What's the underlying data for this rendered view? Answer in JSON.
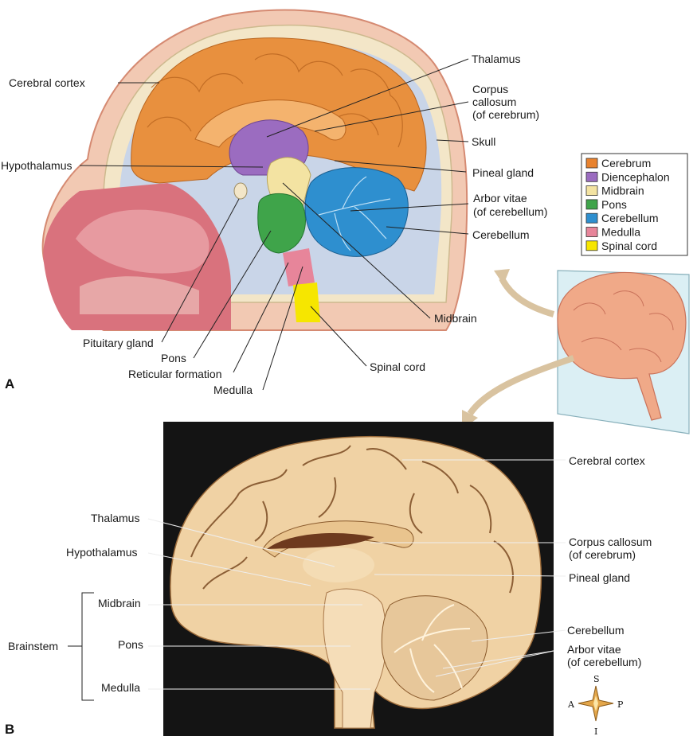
{
  "panelA": {
    "tag": "A",
    "labels": {
      "cerebral_cortex": "Cerebral cortex",
      "hypothalamus": "Hypothalamus",
      "pituitary_gland": "Pituitary gland",
      "pons": "Pons",
      "reticular_formation": "Reticular formation",
      "medulla": "Medulla",
      "thalamus": "Thalamus",
      "corpus_callosum": [
        "Corpus",
        "callosum",
        "(of cerebrum)"
      ],
      "skull": "Skull",
      "pineal_gland": "Pineal gland",
      "arbor_vitae": [
        "Arbor vitae",
        "(of cerebellum)"
      ],
      "cerebellum": "Cerebellum",
      "midbrain": "Midbrain",
      "spinal_cord": "Spinal cord"
    },
    "legend": [
      {
        "label": "Cerebrum",
        "color": "#E8822E"
      },
      {
        "label": "Diencephalon",
        "color": "#9B6CC0"
      },
      {
        "label": "Midbrain",
        "color": "#F3E3A2"
      },
      {
        "label": "Pons",
        "color": "#3FA44A"
      },
      {
        "label": "Cerebellum",
        "color": "#2E8FCF"
      },
      {
        "label": "Medulla",
        "color": "#E7859A"
      },
      {
        "label": "Spinal cord",
        "color": "#F6E600"
      }
    ]
  },
  "panelB": {
    "tag": "B",
    "labels": {
      "cerebral_cortex": "Cerebral cortex",
      "thalamus": "Thalamus",
      "hypothalamus": "Hypothalamus",
      "midbrain": "Midbrain",
      "brainstem": "Brainstem",
      "pons": "Pons",
      "medulla": "Medulla",
      "corpus_callosum": [
        "Corpus callosum",
        "(of cerebrum)"
      ],
      "pineal_gland": "Pineal gland",
      "cerebellum": "Cerebellum",
      "arbor_vitae": [
        "Arbor vitae",
        "(of cerebellum)"
      ]
    },
    "compass": {
      "superior": "S",
      "inferior": "I",
      "anterior": "A",
      "posterior": "P"
    }
  }
}
